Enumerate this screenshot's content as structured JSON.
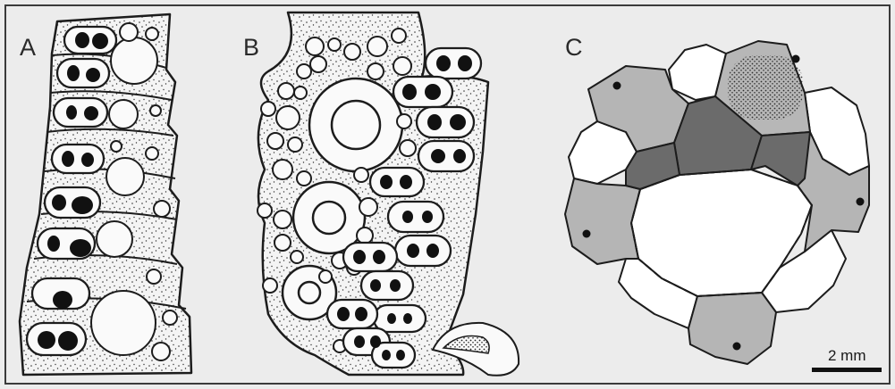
{
  "panels": [
    {
      "letter": "A"
    },
    {
      "letter": "B"
    },
    {
      "letter": "C"
    }
  ],
  "scale_bar": {
    "label": "2 mm"
  },
  "colors": {
    "background": "#ececec",
    "ink": "#1c1c1c",
    "light_gray": "#b5b5b5",
    "dark_gray": "#6b6b6b",
    "white": "#ffffff"
  }
}
